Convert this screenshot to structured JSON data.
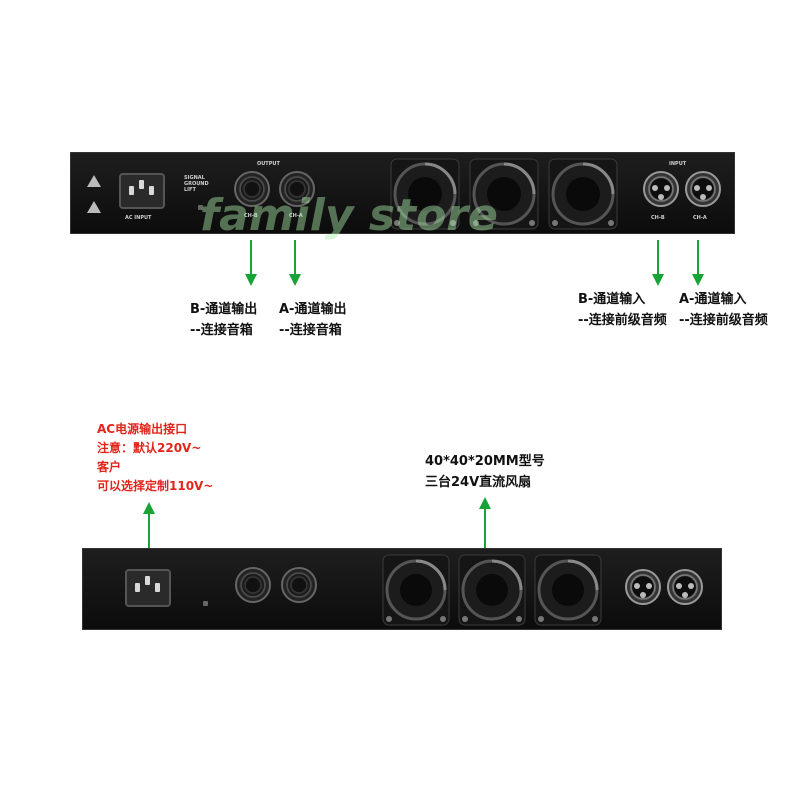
{
  "watermark": "family store",
  "top_panel": {
    "ac_input_label": "AC INPUT",
    "signal_ground_lines": [
      "SIGNAL",
      "GROUND",
      "LIFT"
    ],
    "output_label": "OUTPUT",
    "input_label": "INPUT",
    "output_ch_b": "CH-B",
    "output_ch_a": "CH-A",
    "input_ch_b": "CH-B",
    "input_ch_a": "CH-A"
  },
  "annotations": {
    "b_out_line1": "B-通道输出",
    "b_out_line2": "--连接音箱",
    "a_out_line1": "A-通道输出",
    "a_out_line2": "--连接音箱",
    "b_in_line1": "B-通道输入",
    "b_in_line2": "--连接前级音频",
    "a_in_line1": "A-通道输入",
    "a_in_line2": "--连接前级音频",
    "ac_line1": "AC电源输出接口",
    "ac_line2": "注意：默认220V~",
    "ac_line3": "客户",
    "ac_line4": "可以选择定制110V~",
    "fan_line1": "40*40*20MM型号",
    "fan_line2": "三台24V直流风扇"
  },
  "colors": {
    "arrow_green": "#17a335",
    "annotation_red": "#e1251b",
    "panel_black": "#111111"
  }
}
